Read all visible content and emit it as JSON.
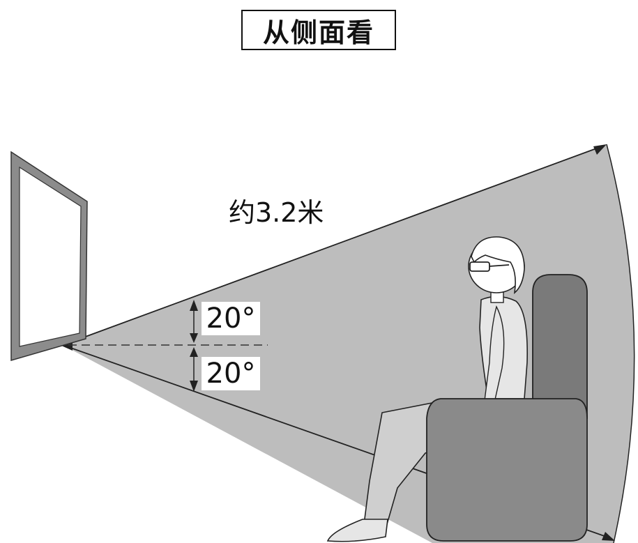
{
  "title": "从侧面看",
  "distance_label": "约3.2米",
  "angle_upper": "20°",
  "angle_lower": "20°"
}
